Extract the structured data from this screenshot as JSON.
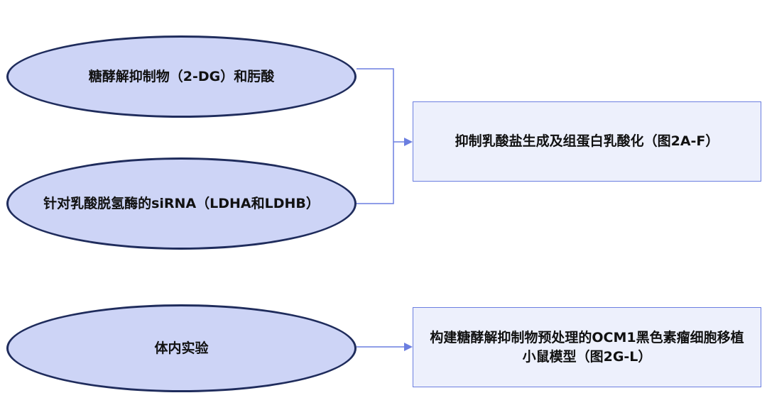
{
  "diagram": {
    "nodes": {
      "ellipse_1": "糖酵解抑制物（2-DG）和肟酸",
      "ellipse_2": "针对乳酸脱氢酶的siRNA（LDHA和LDHB）",
      "ellipse_3": "体内实验",
      "box_1": "抑制乳酸盐生成及组蛋白乳酸化（图2A-F）",
      "box_2": "构建糖酵解抑制物预处理的OCM1黑色素瘤细胞移植小鼠模型（图2G-L）"
    },
    "edges": [
      {
        "from": "ellipse_1",
        "to": "box_1"
      },
      {
        "from": "ellipse_2",
        "to": "box_1"
      },
      {
        "from": "ellipse_3",
        "to": "box_2"
      }
    ],
    "colors": {
      "ellipse_fill": "#cdd4f6",
      "ellipse_border": "#1f2c5c",
      "box_fill": "#edf0fc",
      "box_border": "#6b7ee0",
      "connector": "#6b7ee0"
    }
  }
}
